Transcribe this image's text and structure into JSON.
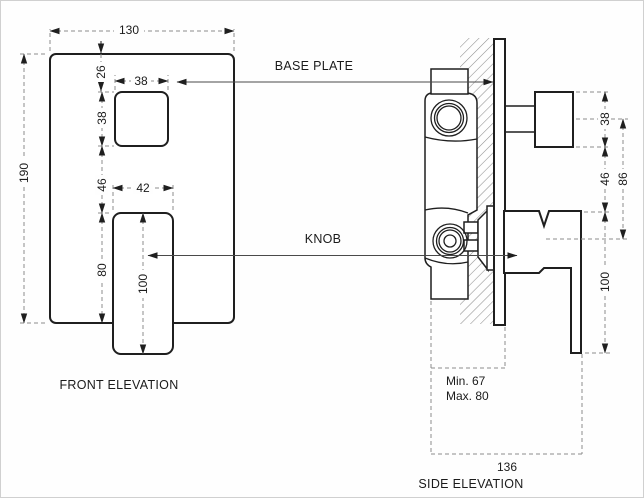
{
  "front_elevation": {
    "label": "FRONT ELEVATION",
    "dim_plate_width": "130",
    "dim_plate_height": "190",
    "dim_square_top_offset": "26",
    "dim_square_width": "38",
    "dim_square_height": "38",
    "dim_square_knob_gap": "46",
    "dim_knob_width": "42",
    "dim_knob_overlap": "80",
    "dim_knob_height": "100"
  },
  "side_elevation": {
    "label": "SIDE ELEVATION",
    "dim_knob_depth_height": "38",
    "dim_knob_handle_gap": "46",
    "dim_axis_span": "86",
    "dim_handle_length": "100",
    "dim_total_depth": "136",
    "dim_embed_min": "Min. 67",
    "dim_embed_max": "Max. 80"
  },
  "callouts": {
    "base_plate": "BASE PLATE",
    "knob": "KNOB"
  }
}
